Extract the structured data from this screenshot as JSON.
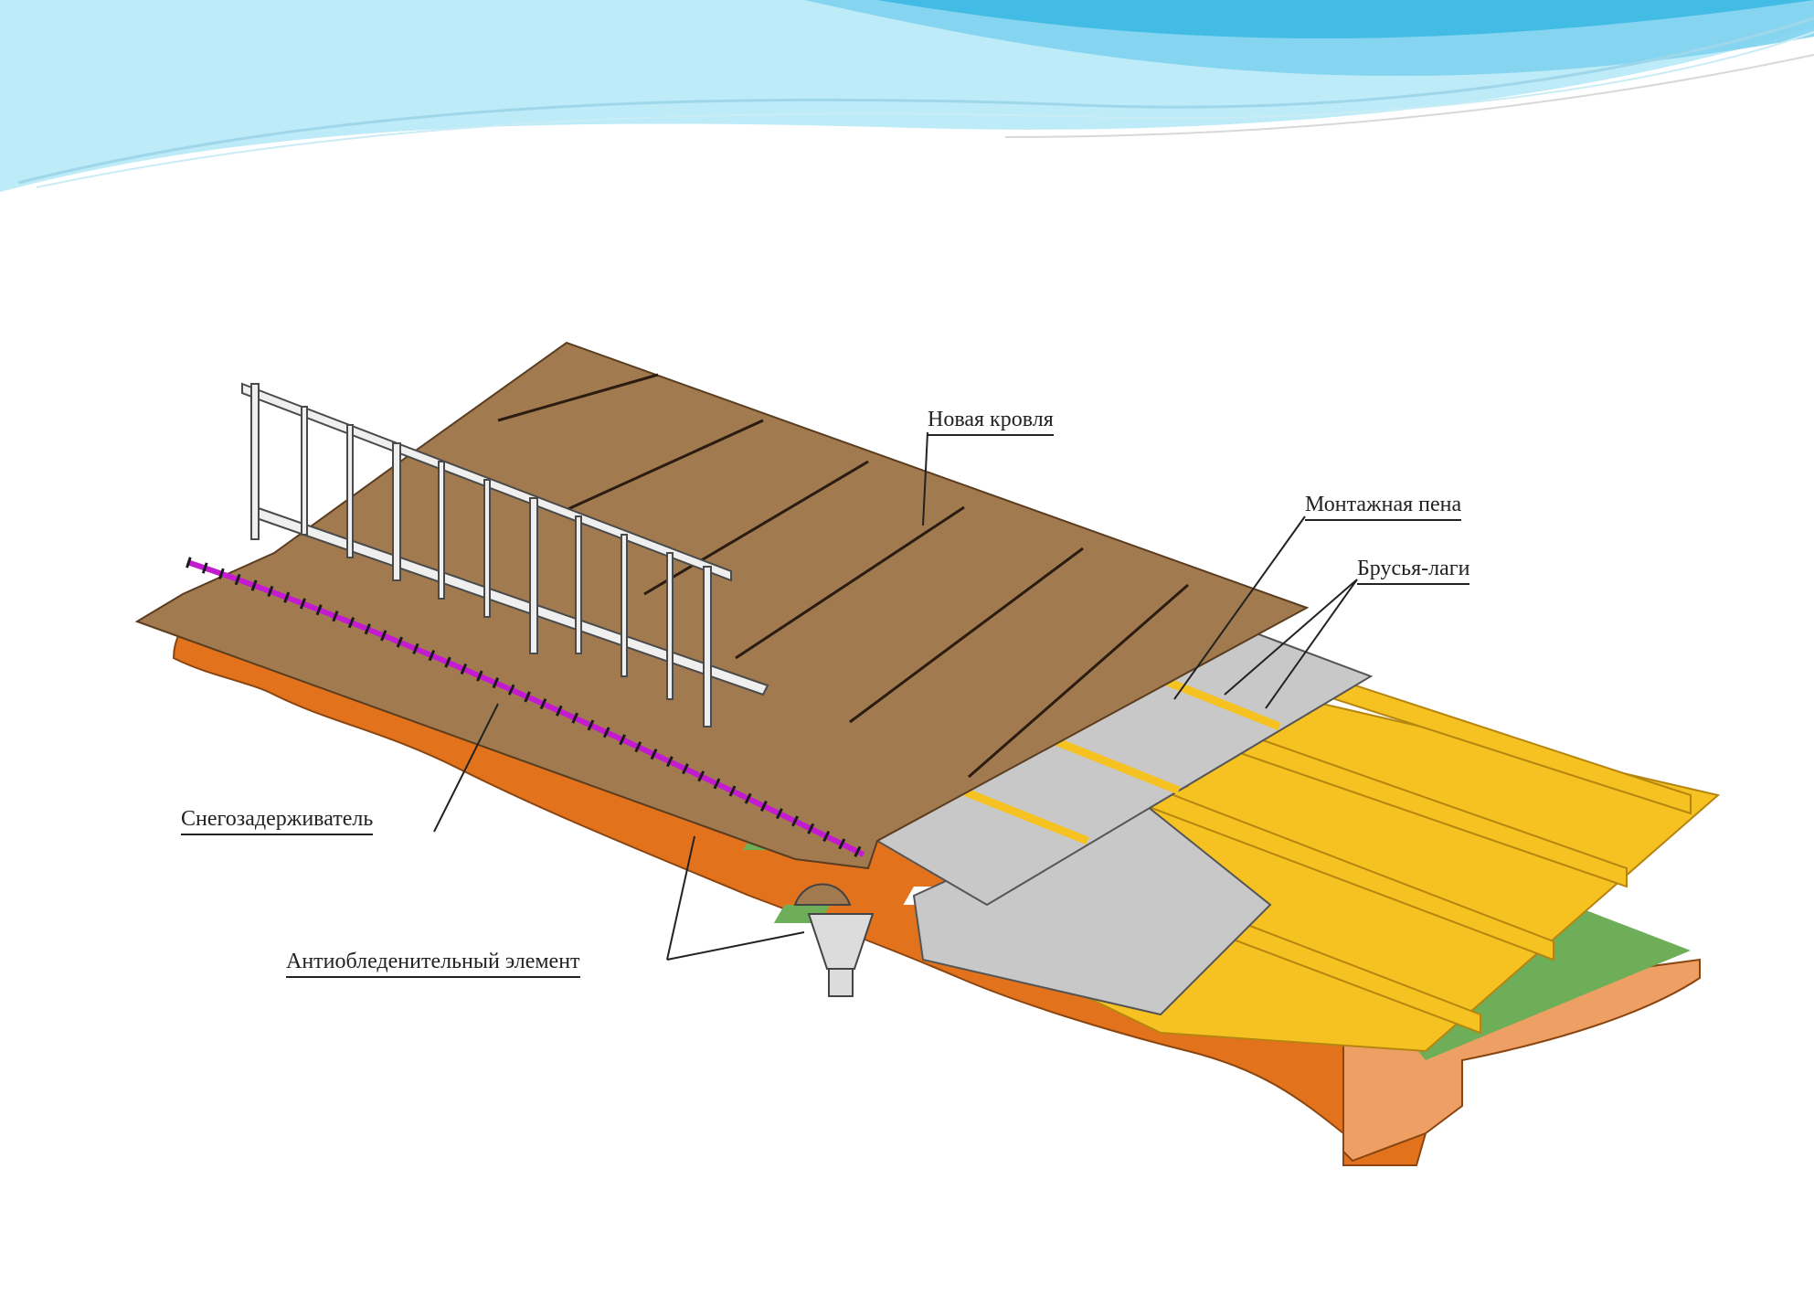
{
  "labels": {
    "new_roof": "Новая  кровля",
    "mounting_foam": "Монтажная пена",
    "joist_beams": "Брусья-лаги",
    "snow_guard": "Снегозадерживатель",
    "anti_icing": "Антиобледенительный элемент"
  },
  "colors": {
    "wave_light": "#bdebf7",
    "wave_mid": "#7fd3ee",
    "wave_dark": "#36b7e2",
    "roof_brown": "#a27a4f",
    "roof_brown_dark": "#8c653e",
    "base_orange": "#e2731c",
    "board_gray": "#c8c8c8",
    "beam_yellow": "#f5c222",
    "beam_yellow_dark": "#d9a313",
    "grass_green": "#6fae58",
    "snow_guard_magenta": "#c21bd0",
    "railing_gray": "#efefef"
  }
}
